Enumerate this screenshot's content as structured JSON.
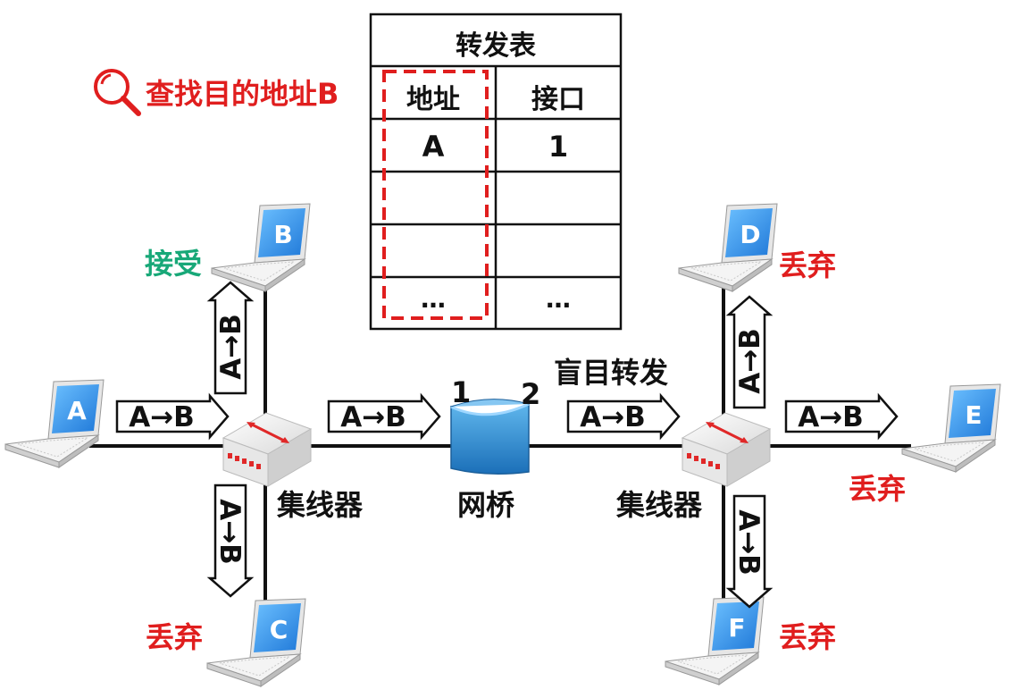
{
  "search": {
    "label": "查找目的地址B"
  },
  "table": {
    "title": "转发表",
    "headers": [
      "地址",
      "接口"
    ],
    "rows": [
      [
        "A",
        "1"
      ],
      [
        "",
        ""
      ],
      [
        "",
        ""
      ],
      [
        "…",
        "…"
      ]
    ]
  },
  "labels": {
    "accept": "接受",
    "discard": "丢弃",
    "blind_forward": "盲目转发",
    "hub": "集线器",
    "bridge": "网桥",
    "port1": "1",
    "port2": "2"
  },
  "frame": {
    "text": "A→B"
  },
  "hosts": [
    "A",
    "B",
    "C",
    "D",
    "E",
    "F"
  ],
  "colors": {
    "red": "#e01e1e",
    "green": "#18a878",
    "laptop_screen": "#2c8fe8",
    "bridge": "#2a8fd0",
    "line": "#111111"
  }
}
